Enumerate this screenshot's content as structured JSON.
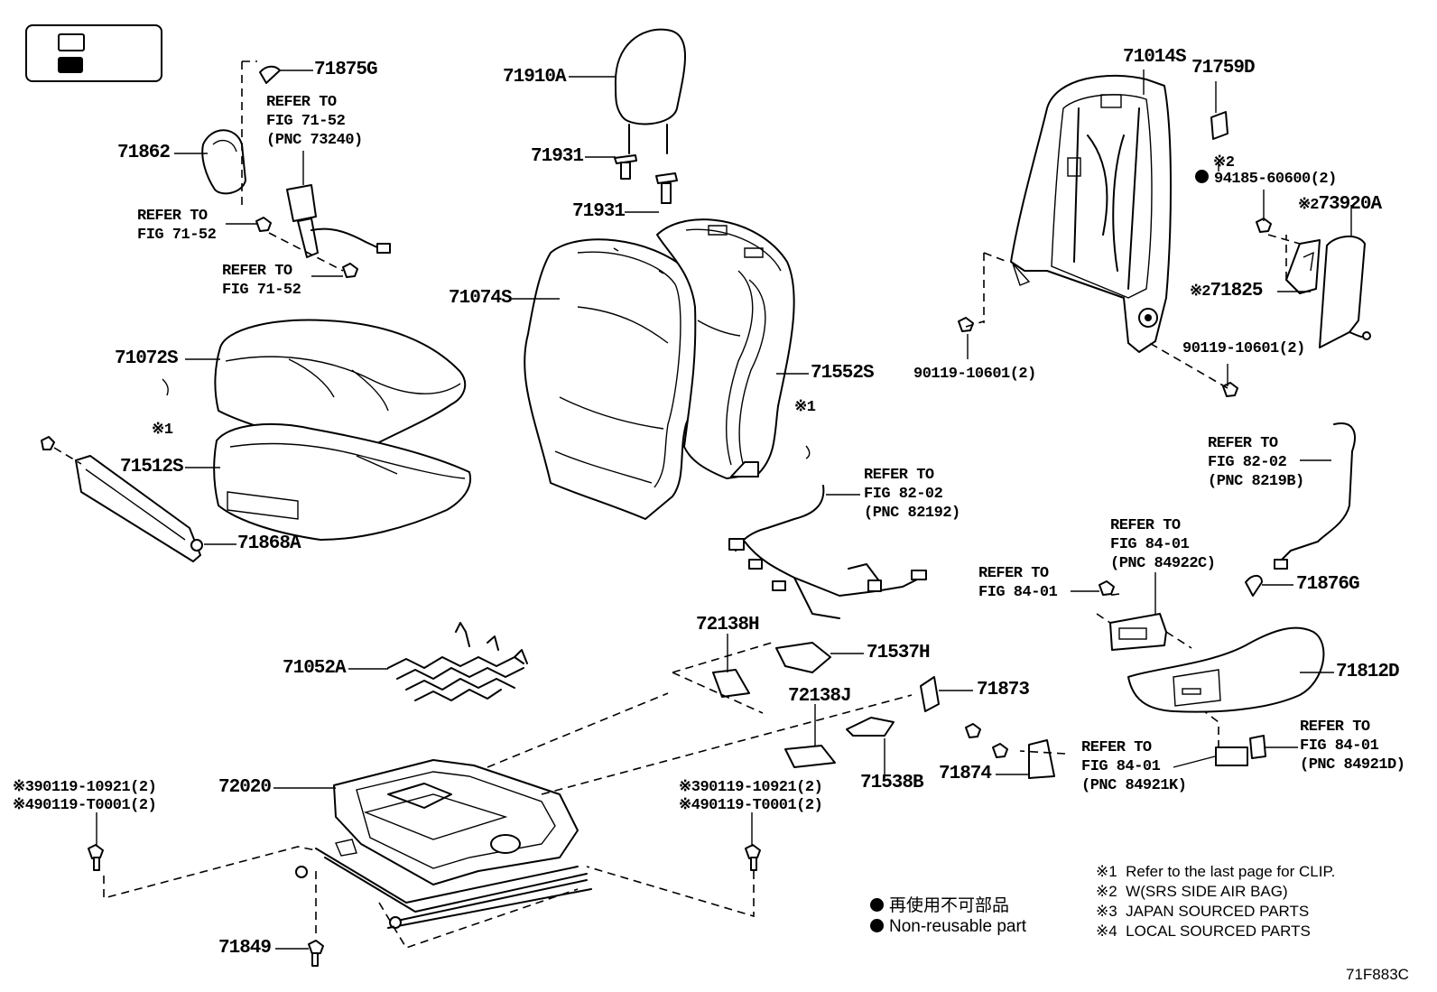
{
  "figure_code": "71F883C",
  "parts": {
    "p71875G": "71875G",
    "p71862": "71862",
    "p71910A": "71910A",
    "p71931a": "71931",
    "p71931b": "71931",
    "p71074S": "71074S",
    "p71072S": "71072S",
    "p71512S": "71512S",
    "p71868A": "71868A",
    "p71552S": "71552S",
    "p71014S": "71014S",
    "p71759D": "71759D",
    "p73920A": "73920A",
    "p71825": "71825",
    "p71052A": "71052A",
    "p72138H": "72138H",
    "p71537H": "71537H",
    "p72138J": "72138J",
    "p71873": "71873",
    "p71538B": "71538B",
    "p71874": "71874",
    "p72020": "72020",
    "p71849": "71849",
    "p71876G": "71876G",
    "p71812D": "71812D"
  },
  "bolts": {
    "b94185": "94185-60600(2)",
    "b90119_10601a": "90119-10601(2)",
    "b90119_10601b": "90119-10601(2)",
    "left_10921": "90119-10921(2)",
    "left_T0001": "90119-T0001(2)",
    "mid_10921": "90119-10921(2)",
    "mid_T0001": "90119-T0001(2)"
  },
  "marks": {
    "m1": "※1",
    "m2": "※2",
    "m3": "※3",
    "m4": "※4"
  },
  "refs": {
    "r7152_head": [
      "REFER TO",
      "FIG 71-52",
      "(PNC 73240)"
    ],
    "r7152_a": [
      "REFER TO",
      "FIG 71-52"
    ],
    "r7152_b": [
      "REFER TO",
      "FIG 71-52"
    ],
    "r8202_a": [
      "REFER TO",
      "FIG 82-02",
      "(PNC 82192)"
    ],
    "r8202_b": [
      "REFER TO",
      "FIG 82-02",
      "(PNC 8219B)"
    ],
    "r8401_a": [
      "REFER TO",
      "FIG 84-01",
      "(PNC 84922C)"
    ],
    "r8401_b": [
      "REFER TO",
      "FIG 84-01"
    ],
    "r8401_c": [
      "REFER TO",
      "FIG 84-01",
      "(PNC 84921K)"
    ],
    "r8401_d": [
      "REFER TO",
      "FIG 84-01",
      "(PNC 84921D)"
    ]
  },
  "notes": [
    {
      "mark": "※1",
      "text": "Refer to the last page for CLIP."
    },
    {
      "mark": "※2",
      "text": "W(SRS SIDE AIR BAG)"
    },
    {
      "mark": "※3",
      "text": "JAPAN SOURCED PARTS"
    },
    {
      "mark": "※4",
      "text": "LOCAL SOURCED PARTS"
    }
  ],
  "legend": {
    "jp": "再使用不可部品",
    "en": "Non-reusable part"
  }
}
